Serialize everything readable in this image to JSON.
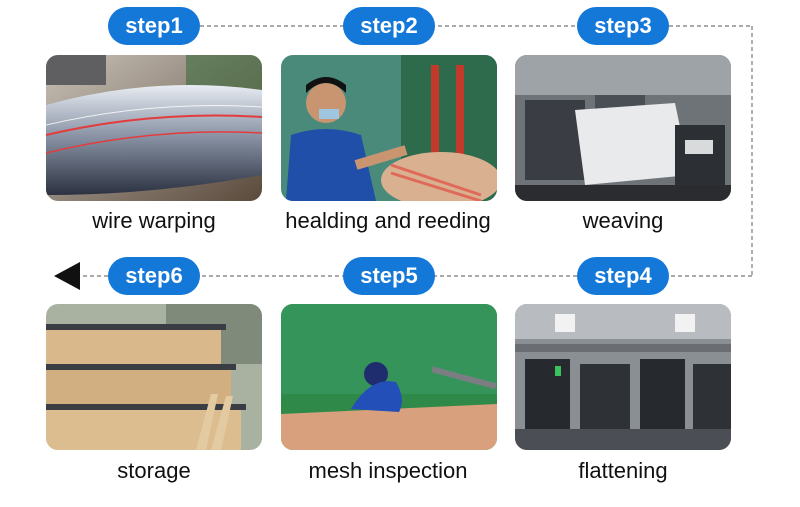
{
  "steps": [
    {
      "badge": "step1",
      "caption": "wire warping"
    },
    {
      "badge": "step2",
      "caption": "healding and reeding"
    },
    {
      "badge": "step3",
      "caption": "weaving"
    },
    {
      "badge": "step4",
      "caption": "flattening"
    },
    {
      "badge": "step5",
      "caption": "mesh inspection"
    },
    {
      "badge": "step6",
      "caption": "storage"
    }
  ],
  "colors": {
    "badge": "#1478d9",
    "connector": "#777777",
    "arrow": "#111111"
  }
}
